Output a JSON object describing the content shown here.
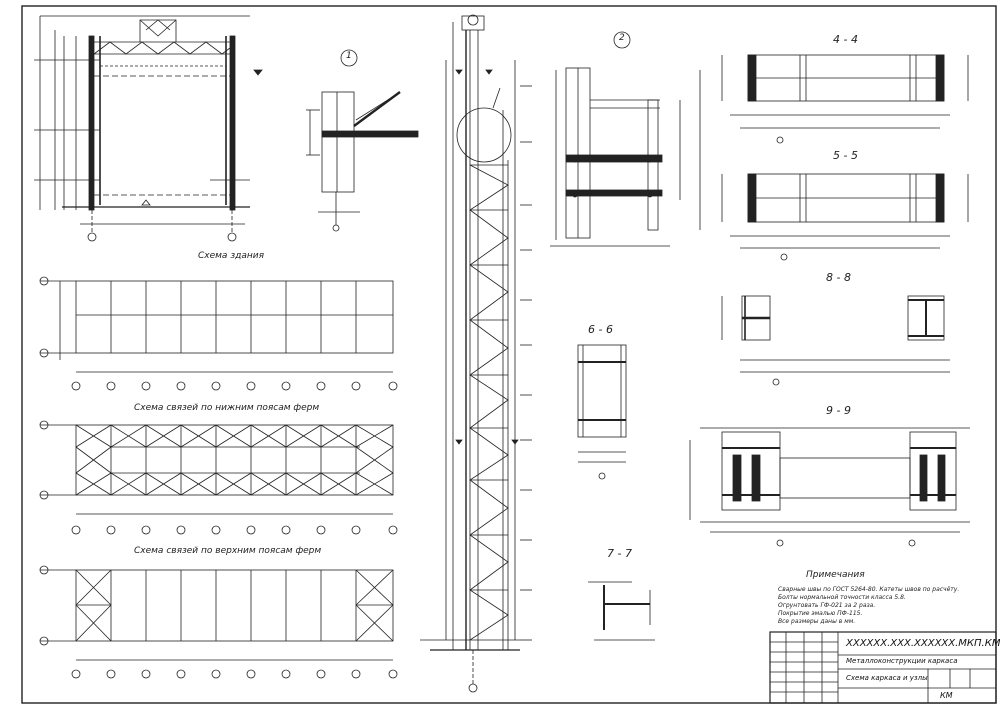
{
  "sheet": {
    "titles": {
      "frame_scheme": "Схема здания",
      "lower_chord_bracing": "Схема связей по нижним поясам ферм",
      "upper_chord_bracing": "Схема связей по верхним поясам ферм",
      "callout_1": "1",
      "callout_2": "2",
      "section_4": "4 - 4",
      "section_5": "5 - 5",
      "section_6": "6 - 6",
      "section_7": "7 - 7",
      "section_8": "8 - 8",
      "section_9": "9 - 9",
      "notes_title": "Примечания"
    },
    "notes": [
      "Сварные швы по ГОСТ 5264-80. Катеты швов по расчёту.",
      "Болты нормальной точности класса 5.8.",
      "Огрунтовать ГФ-021 за 2 раза.",
      "Покрытие эмалью ПФ-115.",
      "Все размеры даны в мм."
    ],
    "title_block": {
      "code": "ХХХХХХ.ХХХ.ХХХХХХ.МКП.КМ",
      "project": "Металлоконструкции каркаса",
      "sheet_name": "Схема каркаса и узлы",
      "stamp": "КМ"
    }
  }
}
